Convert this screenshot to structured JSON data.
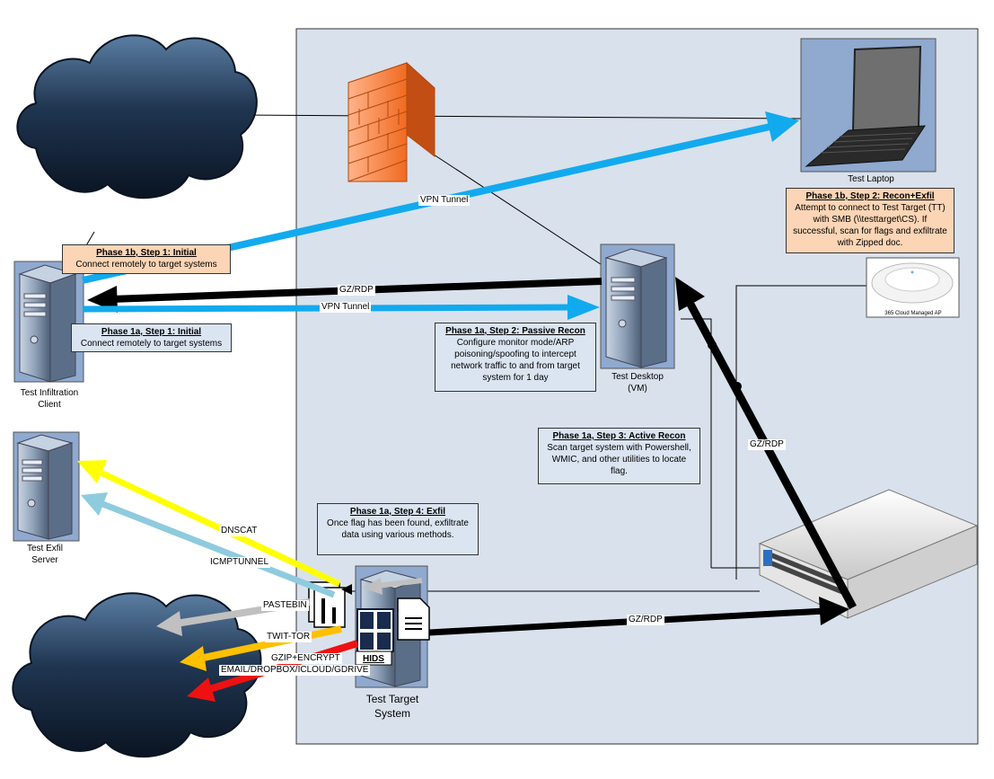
{
  "colors": {
    "panel": "#d9e1ec",
    "vpn_arrow": "#12aaee",
    "dnscat_arrow": "#ffff00",
    "icmp_arrow": "#8ecbde",
    "pastebin_arrow": "#c0c0c0",
    "twittor_arrow": "#ffc000",
    "gzip_arrow": "#ee1111",
    "step_box_peach": "#fbd5b5",
    "step_box_blue": "#dbe5f1"
  },
  "devices": {
    "laptop": "Test Laptop",
    "desktop": [
      "Test Desktop",
      "(VM)"
    ],
    "ap": "365 Cloud Managed AP",
    "infil": [
      "Test Infiltration",
      "Client"
    ],
    "exfil": [
      "Test Exfil",
      "Server"
    ],
    "target": [
      "Test Target",
      "System"
    ],
    "hids": "HIDS"
  },
  "steps": {
    "p1b_s1": {
      "title": "Phase 1b, Step 1: Initial",
      "body": "Connect remotely to target systems"
    },
    "p1b_s2": {
      "title": "Phase 1b, Step 2: Recon+Exfil",
      "body": "Attempt to connect to Test Target (TT) with SMB (\\\\testtarget\\CS).  If successful, scan for flags and exfiltrate with Zipped doc."
    },
    "p1a_s1": {
      "title": "Phase 1a, Step 1: Initial",
      "body": "Connect remotely to target systems"
    },
    "p1a_s2": {
      "title": "Phase  1a, Step 2: Passive Recon",
      "body": "Configure monitor mode/ARP poisoning/spoofing to intercept network traffic to and from target system for 1 day"
    },
    "p1a_s3": {
      "title": "Phase 1a, Step 3: Active Recon",
      "body": "Scan target system with Powershell, WMIC, and other utilities to locate flag."
    },
    "p1a_s4": {
      "title": "Phase 1a, Step 4: Exfil",
      "body": "Once flag has been found, exfiltrate data using various methods."
    }
  },
  "links": {
    "vpn_tunnel_top": "VPN Tunnel",
    "gz_rdp_top": "GZ/RDP",
    "vpn_tunnel_mid": "VPN Tunnel",
    "gz_rdp_right": "GZ/RDP",
    "gz_rdp_bottom": "GZ/RDP",
    "dnscat": "DNSCAT",
    "icmptunnel": "ICMPTUNNEL",
    "pastebin": "PASTEBIN",
    "twittor": "TWIT-TOR",
    "gzip": "GZIP+ENCRYPT",
    "email": "EMAIL/DROPBOX/ICLOUD/GDRIVE"
  }
}
